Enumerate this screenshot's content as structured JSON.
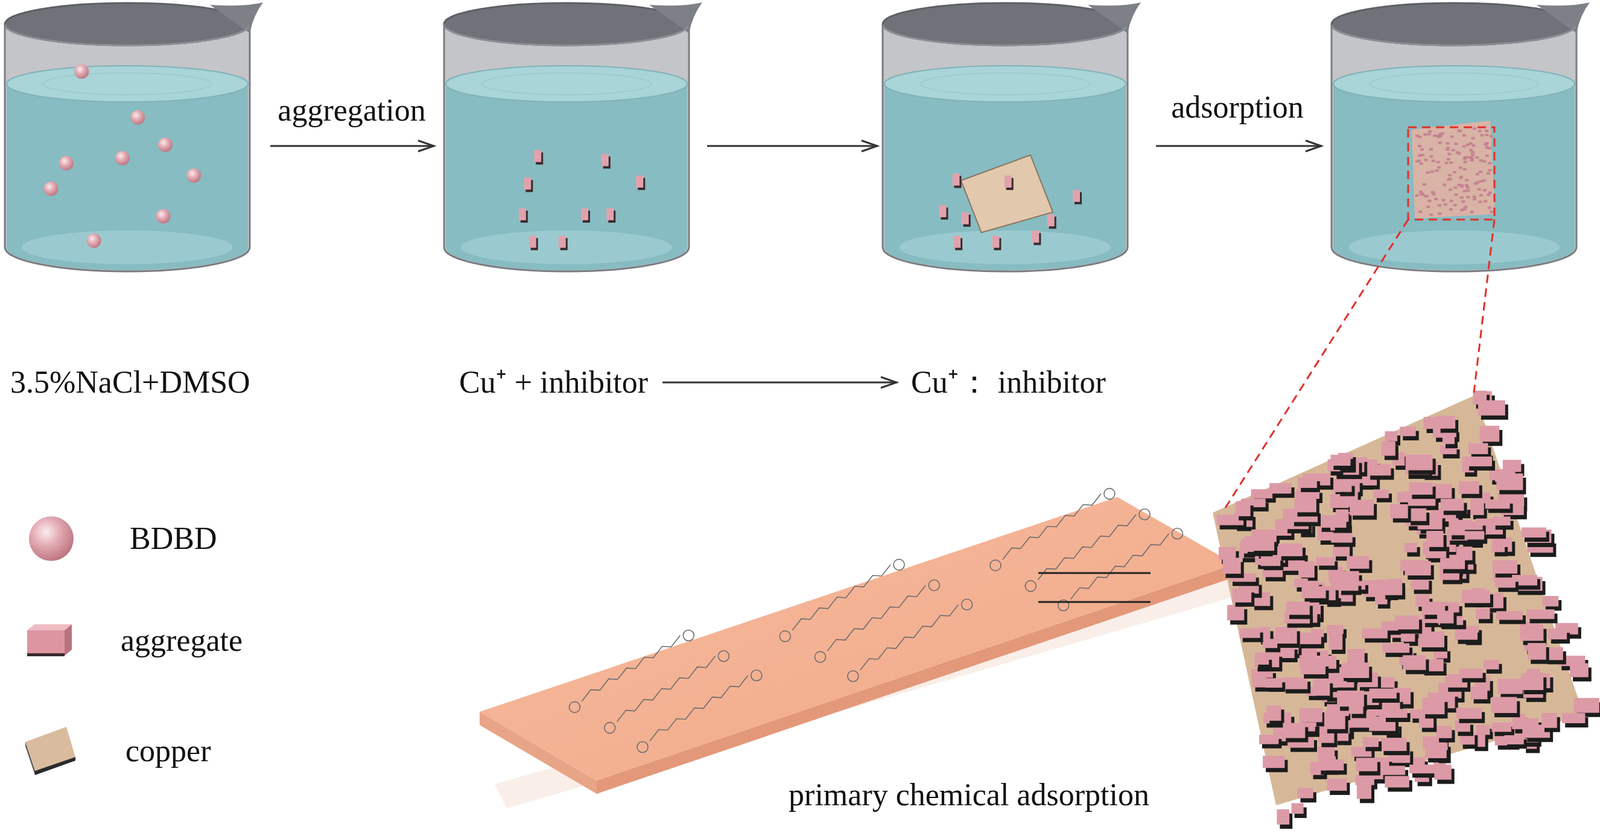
{
  "diagram": {
    "nodes": [
      {
        "text": [
          "Cu⁺ + inhibitor"
        ]
      },
      {
        "text": [
          "Cu⁺： inhibitor"
        ]
      }
    ],
    "edges": [
      {
        "from": 0,
        "to": 1,
        "arrow": "to"
      }
    ],
    "labels": [
      "aggregation",
      "adsorption",
      "3.5%NaCl+DMSO",
      "primary chemical adsorption"
    ],
    "legend": [
      {
        "text": "BDBD"
      },
      {
        "text": "aggregate"
      },
      {
        "text": "copper"
      }
    ]
  }
}
